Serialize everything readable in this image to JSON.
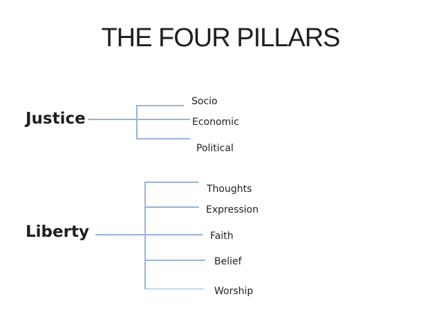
{
  "title": "THE FOUR PILLARS",
  "colors": {
    "connector": "#95b3d7",
    "text": "#1f1f1f"
  },
  "pillars": [
    {
      "label": "Justice",
      "items": [
        "Socio",
        "Economic",
        "Political"
      ]
    },
    {
      "label": "Liberty",
      "items": [
        "Thoughts",
        "Expression",
        "Faith",
        "Belief",
        "Worship"
      ]
    }
  ]
}
